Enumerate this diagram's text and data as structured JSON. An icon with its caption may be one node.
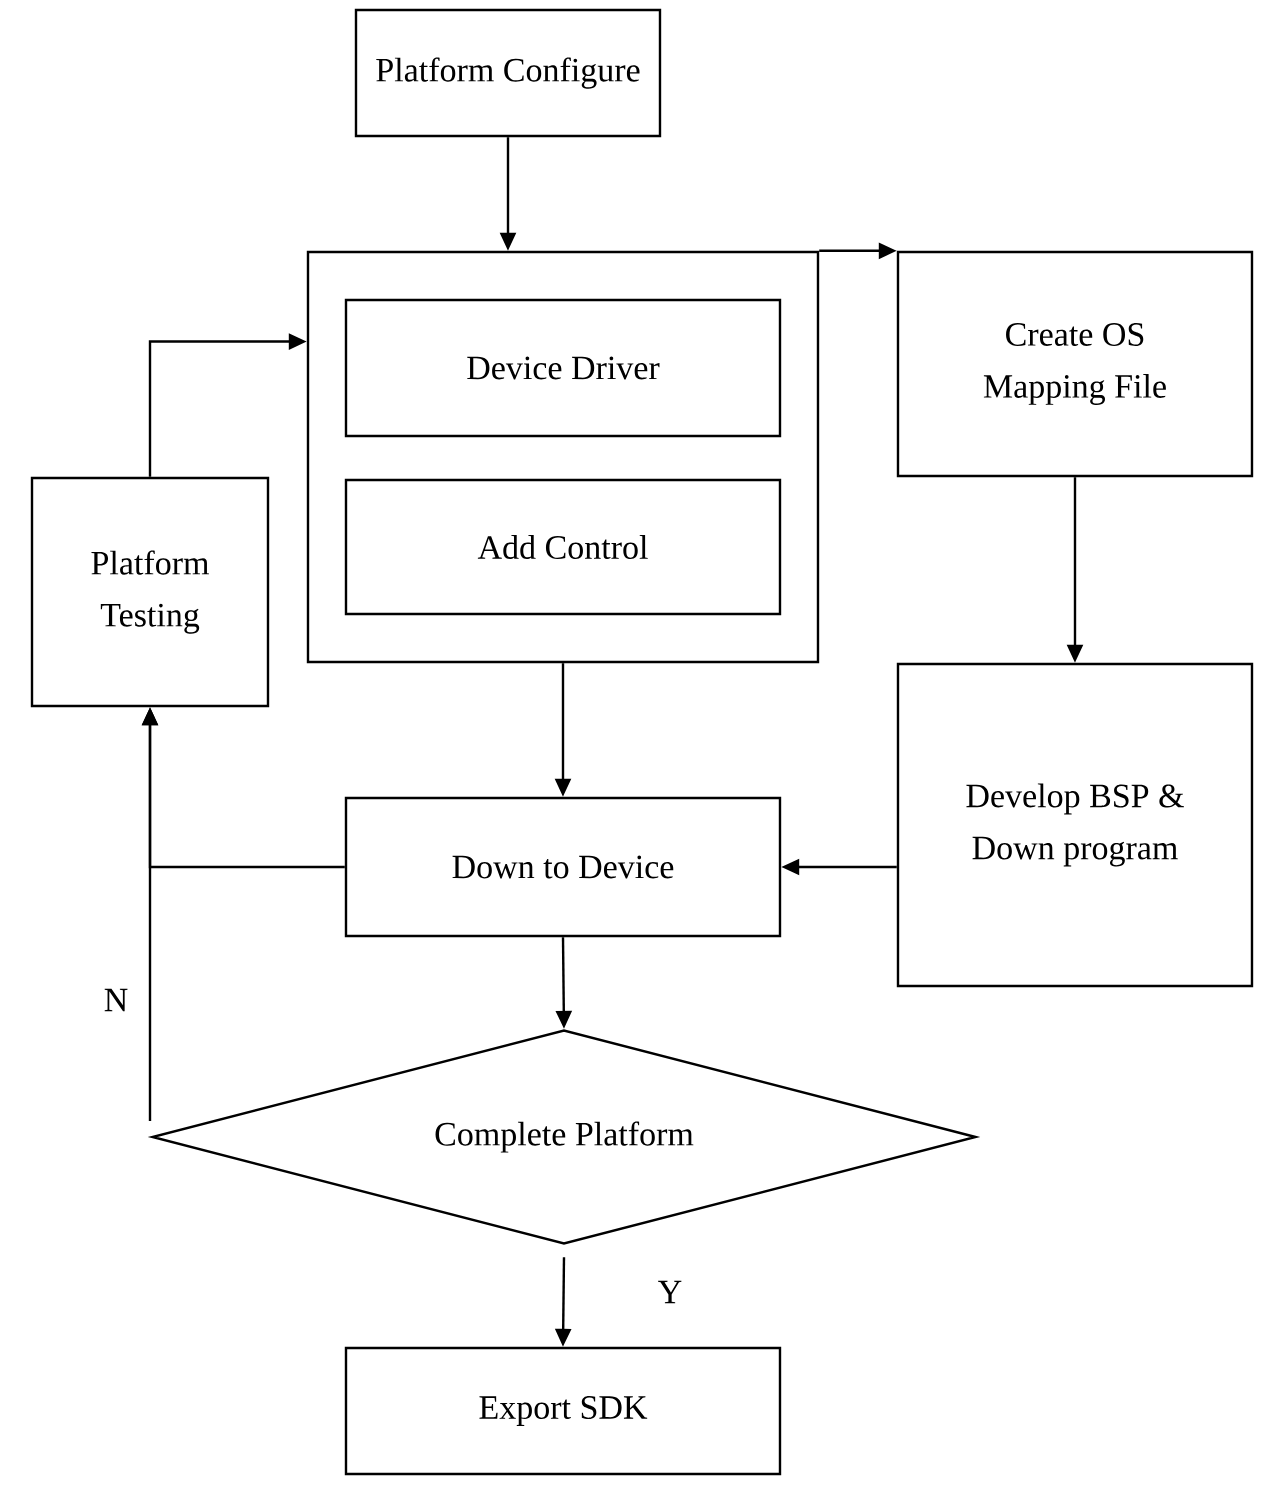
{
  "diagram": {
    "nodes": [
      {
        "text": [
          "Platform Configure"
        ]
      },
      {
        "text": [],
        "shape": "box"
      },
      {
        "text": [
          "Device Driver"
        ],
        "in": 1
      },
      {
        "text": [
          "Add Control"
        ],
        "in": 1
      },
      {
        "text": [
          "Create OS Mapping File"
        ]
      },
      {
        "text": [
          "Platform Testing"
        ]
      },
      {
        "text": [
          "Develop BSP & Down program"
        ]
      },
      {
        "text": [
          "Down to Device"
        ]
      },
      {
        "text": [
          "Complete Platform"
        ]
      },
      {
        "text": [
          "Export SDK"
        ]
      }
    ],
    "edges": [
      {
        "from": 0,
        "to": 1,
        "arrow": "to"
      },
      {
        "from": 1,
        "to": 4,
        "arrow": "to"
      },
      {
        "from": 5,
        "to": 1,
        "arrow": "to"
      },
      {
        "from": 4,
        "to": 6,
        "arrow": "to"
      },
      {
        "from": 1,
        "to": 7,
        "arrow": "to"
      },
      {
        "from": 6,
        "to": 7,
        "arrow": "to"
      },
      {
        "from": 8,
        "to": 5,
        "arrow": "to",
        "label": "N"
      },
      {
        "from": 7,
        "to": 5,
        "arrow": "to"
      },
      {
        "from": 7,
        "to": 8,
        "arrow": "to"
      },
      {
        "from": 8,
        "to": 9,
        "arrow": "to",
        "label": "Y"
      }
    ]
  }
}
